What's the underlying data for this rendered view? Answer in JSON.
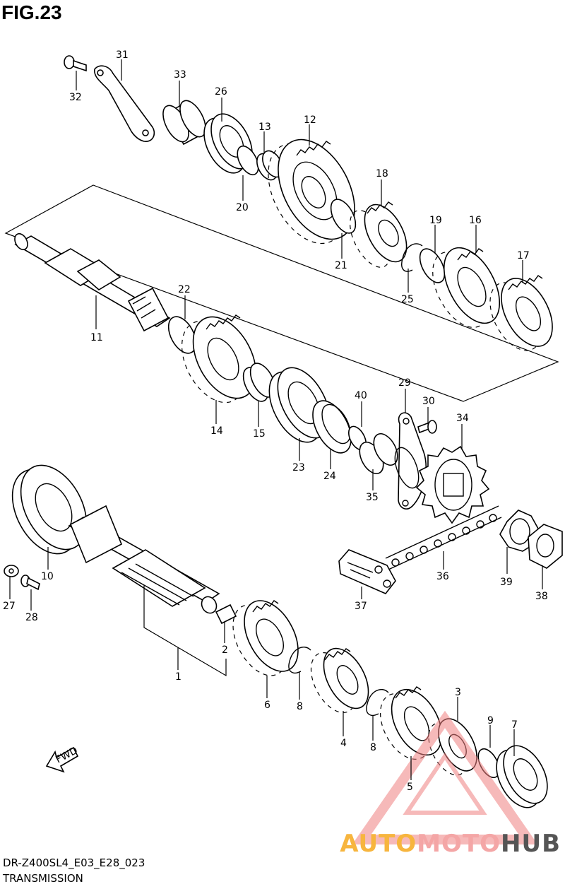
{
  "figure": {
    "title": "FIG.23",
    "code": "DR-Z400SL4_E03_E28_023",
    "name": "TRANSMISSION",
    "fwd_label": "FWD"
  },
  "watermark": {
    "part1": "AUTO",
    "part2": "MOTO",
    "part3": "HUB"
  },
  "callouts": [
    {
      "id": "c31",
      "text": "31"
    },
    {
      "id": "c32",
      "text": "32"
    },
    {
      "id": "c33",
      "text": "33"
    },
    {
      "id": "c26",
      "text": "26"
    },
    {
      "id": "c13",
      "text": "13"
    },
    {
      "id": "c12",
      "text": "12"
    },
    {
      "id": "c20",
      "text": "20"
    },
    {
      "id": "c18",
      "text": "18"
    },
    {
      "id": "c19",
      "text": "19"
    },
    {
      "id": "c16",
      "text": "16"
    },
    {
      "id": "c17",
      "text": "17"
    },
    {
      "id": "c21",
      "text": "21"
    },
    {
      "id": "c25",
      "text": "25"
    },
    {
      "id": "c22",
      "text": "22"
    },
    {
      "id": "c11",
      "text": "11"
    },
    {
      "id": "c14",
      "text": "14"
    },
    {
      "id": "c15",
      "text": "15"
    },
    {
      "id": "c29",
      "text": "29"
    },
    {
      "id": "c40",
      "text": "40"
    },
    {
      "id": "c30",
      "text": "30"
    },
    {
      "id": "c34",
      "text": "34"
    },
    {
      "id": "c23",
      "text": "23"
    },
    {
      "id": "c24",
      "text": "24"
    },
    {
      "id": "c35",
      "text": "35"
    },
    {
      "id": "c10",
      "text": "10"
    },
    {
      "id": "c27",
      "text": "27"
    },
    {
      "id": "c28",
      "text": "28"
    },
    {
      "id": "c36",
      "text": "36"
    },
    {
      "id": "c39",
      "text": "39"
    },
    {
      "id": "c38",
      "text": "38"
    },
    {
      "id": "c37",
      "text": "37"
    },
    {
      "id": "c2",
      "text": "2"
    },
    {
      "id": "c1",
      "text": "1"
    },
    {
      "id": "c6",
      "text": "6"
    },
    {
      "id": "c8a",
      "text": "8"
    },
    {
      "id": "c4",
      "text": "4"
    },
    {
      "id": "c8b",
      "text": "8"
    },
    {
      "id": "c3",
      "text": "3"
    },
    {
      "id": "c9",
      "text": "9"
    },
    {
      "id": "c7",
      "text": "7"
    },
    {
      "id": "c5",
      "text": "5"
    }
  ]
}
